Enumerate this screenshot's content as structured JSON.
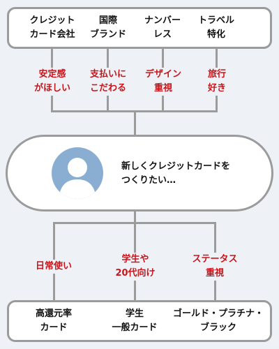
{
  "top_categories": [
    {
      "line1": "クレジット",
      "line2": "カード会社"
    },
    {
      "line1": "国際",
      "line2": "ブランド"
    },
    {
      "line1": "ナンバー",
      "line2": "レス"
    },
    {
      "line1": "トラベル",
      "line2": "特化"
    }
  ],
  "upper_needs": [
    {
      "line1": "安定感",
      "line2": "がほしい"
    },
    {
      "line1": "支払いに",
      "line2": "こだわる"
    },
    {
      "line1": "デザイン",
      "line2": "重視"
    },
    {
      "line1": "旅行",
      "line2": "好き"
    }
  ],
  "center": {
    "line1": "新しくクレジットカードを",
    "line2": "つくりたい…"
  },
  "lower_needs": [
    {
      "line1": "日常使い",
      "line2": ""
    },
    {
      "line1": "学生や",
      "line2": "20代向け"
    },
    {
      "line1": "ステータス",
      "line2": "重視"
    }
  ],
  "bottom_categories": [
    {
      "line1": "高還元率",
      "line2": "カード"
    },
    {
      "line1": "学生",
      "line2": "一般カード"
    },
    {
      "line1": "ゴールド・プラチナ・",
      "line2": "ブラック"
    }
  ],
  "colors": {
    "background": "#eef2f6",
    "border": "#9b9b9b",
    "need_text": "#c7151b",
    "avatar": "#8aaed2"
  },
  "icons": {
    "user": "user-silhouette-icon"
  }
}
